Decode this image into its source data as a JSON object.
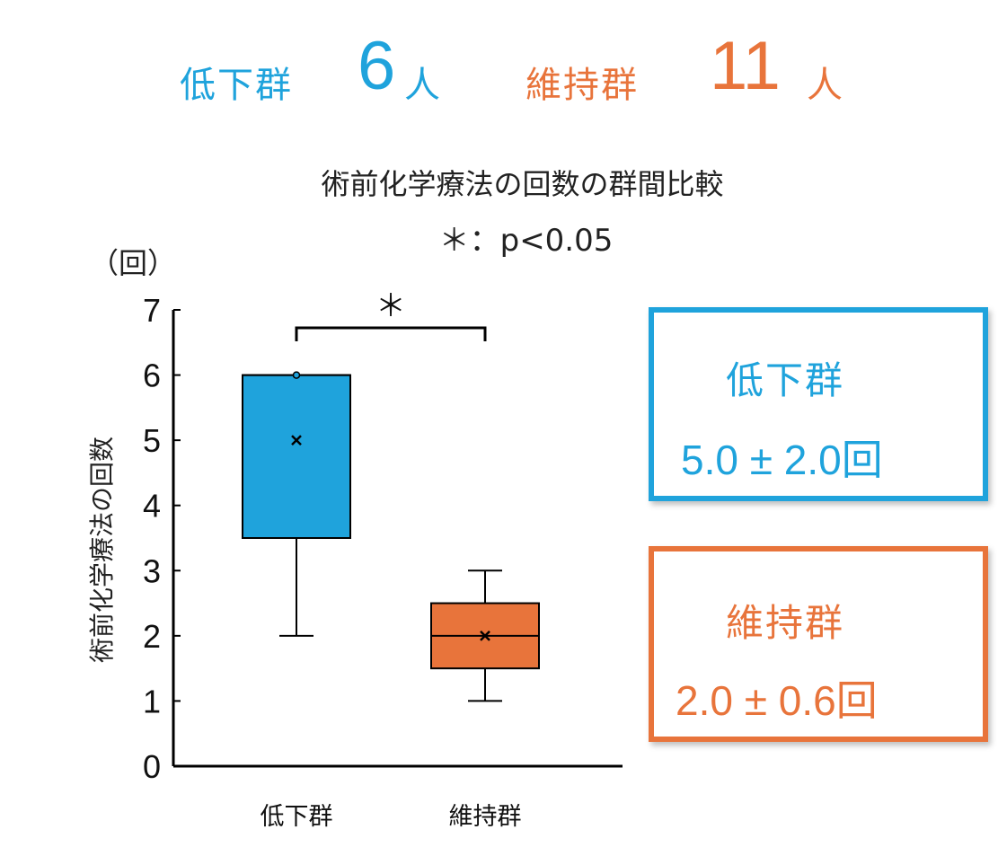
{
  "header": {
    "low_label": "低下群",
    "low_count": "6",
    "low_unit": "人",
    "keep_label": "維持群",
    "keep_count": "11",
    "keep_unit": "人"
  },
  "colors": {
    "low": "#1fa3dc",
    "keep": "#e8743b"
  },
  "stat_boxes": {
    "low": {
      "name": "低下群",
      "value": "5.0 ± 2.0回"
    },
    "keep": {
      "name": "維持群",
      "value": "2.0 ± 0.6回"
    }
  },
  "chart_data": {
    "type": "boxplot",
    "title": "術前化学療法の回数の群間比較",
    "subtitle": "＊：p<0.05",
    "ylabel": "術前化学療法の回数",
    "y_unit": "（回）",
    "ylim": [
      0,
      7
    ],
    "yticks": [
      0,
      1,
      2,
      3,
      4,
      5,
      6,
      7
    ],
    "categories": [
      "低下群",
      "維持群"
    ],
    "series": [
      {
        "name": "低下群",
        "whisker_low": 2,
        "q1": 3.5,
        "median": 6,
        "q3": 6,
        "whisker_high": 6,
        "mean": 5,
        "outliers": [
          6
        ]
      },
      {
        "name": "維持群",
        "whisker_low": 1,
        "q1": 1.5,
        "median": 2,
        "q3": 2.5,
        "whisker_high": 3,
        "mean": 2,
        "outliers": []
      }
    ],
    "significance": {
      "between": [
        0,
        1
      ],
      "label": "＊"
    },
    "grid": false,
    "legend": "none"
  }
}
